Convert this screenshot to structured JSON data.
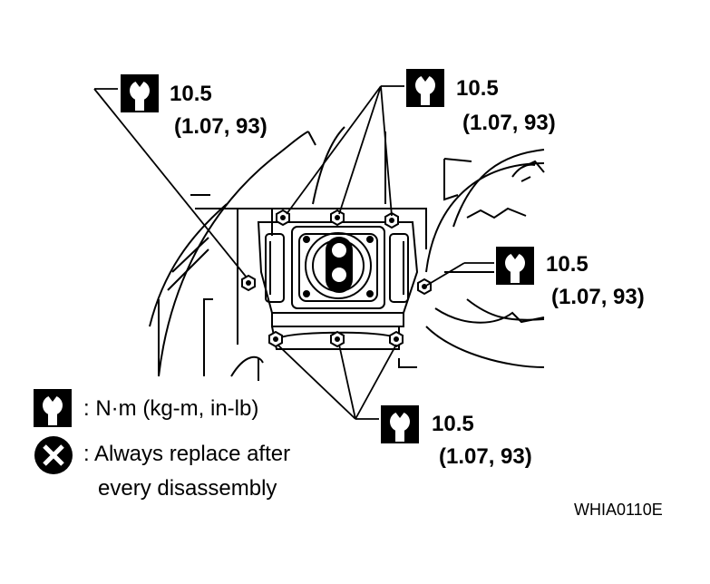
{
  "callouts": {
    "top_left": {
      "value": "10.5",
      "sub": "(1.07, 93)"
    },
    "top_center": {
      "value": "10.5",
      "sub": "(1.07, 93)"
    },
    "right": {
      "value": "10.5",
      "sub": "(1.07, 93)"
    },
    "bottom_center": {
      "value": "10.5",
      "sub": "(1.07, 93)"
    }
  },
  "legend": {
    "torque_unit": ": N·m (kg-m, in-lb)",
    "replace_line1": ": Always replace after",
    "replace_line2": "every disassembly"
  },
  "figure_code": "WHIA0110E",
  "icons": {
    "torque": "torque-wrench-icon",
    "replace": "x-circle-icon"
  }
}
